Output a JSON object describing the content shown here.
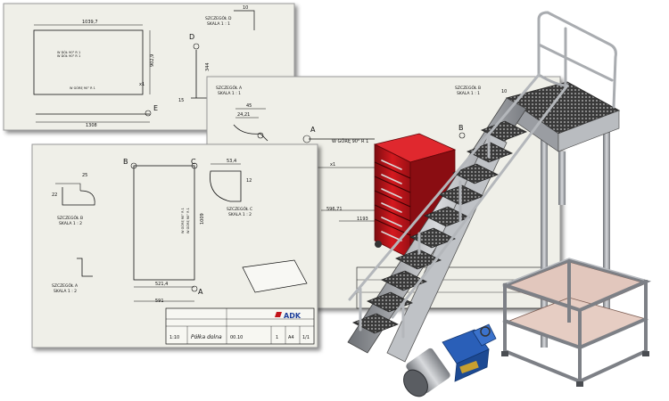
{
  "sheet_back": {
    "detail_label": "SZCZEGÓŁ D",
    "detail_scale": "SKALA 1 : 1",
    "dim_width": "1039,7",
    "dim_height": "902,9",
    "dim_side": "344",
    "dim_top_right": "10",
    "dim_small": "15",
    "dim_bottom": "1308",
    "fold_line_1": "W DÓŁ 90° R 1",
    "fold_line_2": "W DÓŁ 90° R 1",
    "fold_line_3": "W GÓRĘ 90° R 1",
    "quantity": "x1",
    "callout_d": "D",
    "callout_e": "E"
  },
  "sheet_mid": {
    "detail_label_a": "SZCZEGÓŁ A",
    "detail_scale_a": "SKALA 1 : 1",
    "detail_label_b": "SZCZEGÓŁ B",
    "detail_scale_b": "SKALA 1 : 1",
    "dim_45": "45",
    "dim_24_21": "24,21",
    "dim_10": "10",
    "dim_596": "596,71",
    "dim_1193": "1193",
    "fold_text": "W GÓRĘ 90° R 1",
    "quantity": "x1",
    "callout_a": "A",
    "callout_b": "B"
  },
  "sheet_front": {
    "callout_b": "B",
    "callout_c": "C",
    "callout_a": "A",
    "dim_25": "25",
    "dim_22": "22",
    "dim_53_4": "53,4",
    "dim_12": "12",
    "dim_521_4": "521,4",
    "dim_591": "591",
    "dim_1009": "1009",
    "detail_b_label": "SZCZEGÓŁ B",
    "detail_b_scale": "SKALA 1 : 2",
    "detail_c_label": "SZCZEGÓŁ C",
    "detail_c_scale": "SKALA 1 : 2",
    "detail_a_label": "SZCZEGÓŁ A",
    "detail_a_scale": "SKALA 1 : 2",
    "fold_1": "W GÓRĘ 90° R 1",
    "fold_2": "W GÓRĘ 90° R 1",
    "title_block": {
      "scale_value": "1:10",
      "part_name": "Półka dolna",
      "drawing_no": "00.10",
      "sheet_value": "1",
      "format_value": "A4",
      "page_value": "1/1",
      "logo_text": "ADK"
    }
  },
  "colors": {
    "paper": "#efefe8",
    "line": "#111111",
    "toolbox_red": "#c2141a",
    "frame_grey": "#8c8f94",
    "motor_blue": "#2a5fb8",
    "board_tan": "#e2c7bd"
  }
}
